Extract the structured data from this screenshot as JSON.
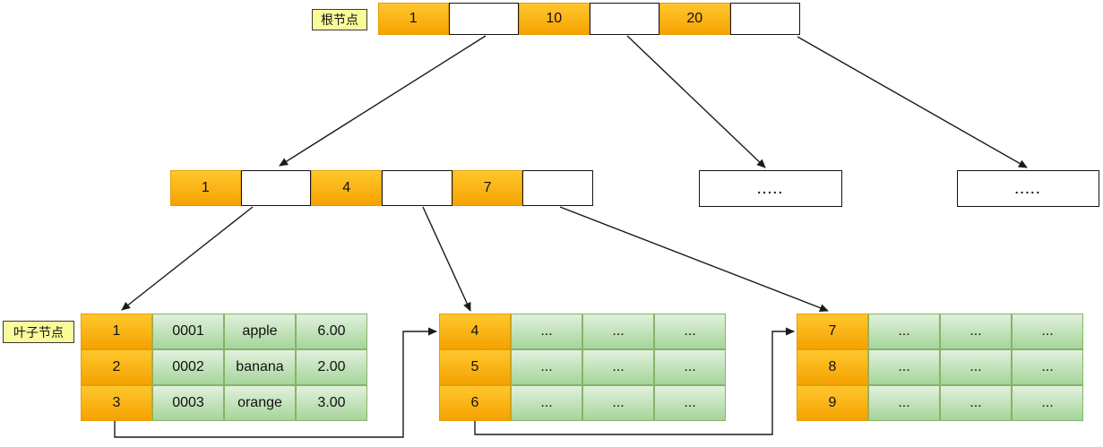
{
  "labels": {
    "root": "根节点",
    "leaf": "叶子节点"
  },
  "root_node": {
    "keys": [
      "1",
      "10",
      "20"
    ]
  },
  "internal_node": {
    "keys": [
      "1",
      "4",
      "7"
    ]
  },
  "ellipsis_nodes": [
    {
      "text": "....."
    },
    {
      "text": "....."
    }
  ],
  "leaf_nodes": [
    {
      "rows": [
        {
          "key": "1",
          "values": [
            "0001",
            "apple",
            "6.00"
          ]
        },
        {
          "key": "2",
          "values": [
            "0002",
            "banana",
            "2.00"
          ]
        },
        {
          "key": "3",
          "values": [
            "0003",
            "orange",
            "3.00"
          ]
        }
      ]
    },
    {
      "rows": [
        {
          "key": "4",
          "values": [
            "...",
            "...",
            "..."
          ]
        },
        {
          "key": "5",
          "values": [
            "...",
            "...",
            "..."
          ]
        },
        {
          "key": "6",
          "values": [
            "...",
            "...",
            "..."
          ]
        }
      ]
    },
    {
      "rows": [
        {
          "key": "7",
          "values": [
            "...",
            "...",
            "..."
          ]
        },
        {
          "key": "8",
          "values": [
            "...",
            "...",
            "..."
          ]
        },
        {
          "key": "9",
          "values": [
            "...",
            "...",
            "..."
          ]
        }
      ]
    }
  ],
  "colors": {
    "key_cell_top": "#ffc72e",
    "key_cell_bottom": "#f5a201",
    "key_cell_border": "#e89d00",
    "value_cell_top": "#e1f1dd",
    "value_cell_bottom": "#a6d59a",
    "value_cell_border": "#85b46a",
    "label_bg": "#fafa9b",
    "line": "#1a1a1a"
  }
}
